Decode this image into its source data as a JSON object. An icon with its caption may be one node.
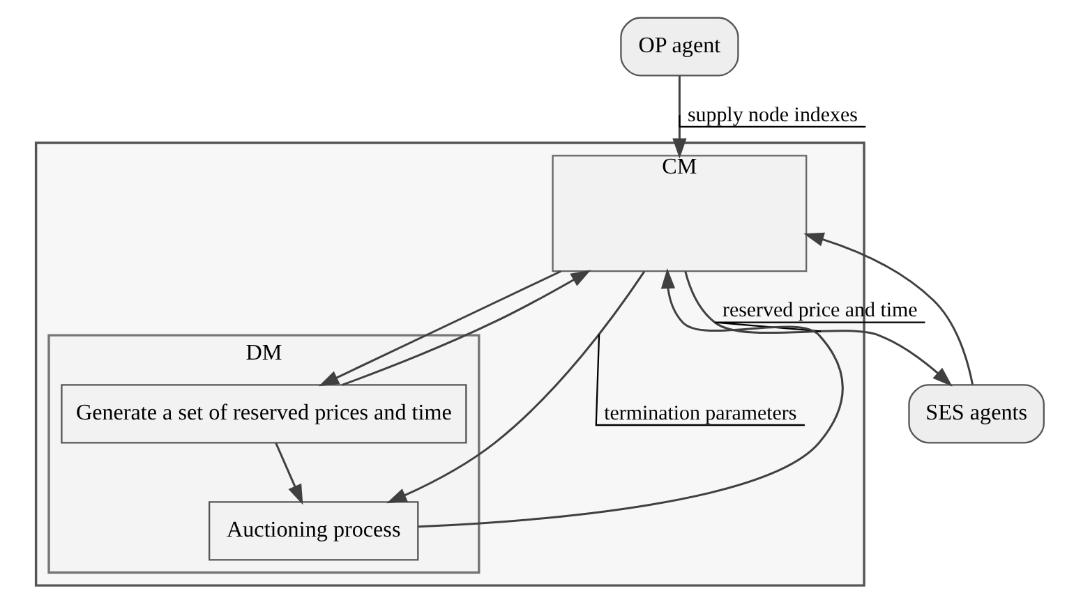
{
  "diagram": {
    "nodes": [
      {
        "text": [],
        "shape": "box"
      },
      {
        "text": [
          "CM"
        ],
        "in": 0
      },
      {
        "text": [
          "DM"
        ],
        "in": 0
      },
      {
        "text": [
          "Generate a set of reserved prices and time"
        ],
        "in": 2
      },
      {
        "text": [
          "Auctioning process"
        ],
        "in": 2
      },
      {
        "text": [
          "OP agent"
        ]
      },
      {
        "text": [
          "SES agents"
        ]
      }
    ],
    "edges": [
      {
        "from": 5,
        "to": 1,
        "arrow": "to",
        "label": "supply node indexes"
      },
      {
        "from": 1,
        "to": 3,
        "arrow": "to"
      },
      {
        "from": 1,
        "to": 6,
        "arrow": "to",
        "label": "reserved price and time"
      },
      {
        "from": 6,
        "to": 1,
        "arrow": "to"
      },
      {
        "from": 1,
        "to": 4,
        "arrow": "to",
        "label": "termination parameters"
      },
      {
        "from": 3,
        "to": 4,
        "arrow": "to"
      },
      {
        "from": 3,
        "to": 1,
        "arrow": "to"
      },
      {
        "from": 4,
        "to": 1,
        "arrow": "to"
      }
    ]
  }
}
